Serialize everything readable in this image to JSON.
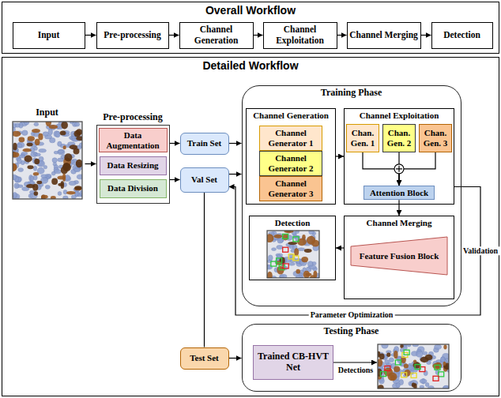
{
  "diagram": {
    "nodes": [
      {
        "text": [
          "Overall Workflow"
        ]
      },
      {
        "text": [
          "Input"
        ],
        "in": 0
      },
      {
        "text": [
          "Pre-processing"
        ],
        "in": 0
      },
      {
        "text": [
          "Channel Generation"
        ],
        "in": 0
      },
      {
        "text": [
          "Channel Exploitation"
        ],
        "in": 0
      },
      {
        "text": [
          "Channel Merging"
        ],
        "in": 0
      },
      {
        "text": [
          "Detection"
        ],
        "in": 0
      },
      {
        "text": [
          "Detailed Workflow"
        ]
      },
      {
        "text": [
          "Input"
        ],
        "in": 7
      },
      {
        "text": [
          "Pre-processing"
        ],
        "in": 7
      },
      {
        "text": [
          "Data Augmentation"
        ],
        "in": 9
      },
      {
        "text": [
          "Data Resizing"
        ],
        "in": 9
      },
      {
        "text": [
          "Data Division"
        ],
        "in": 9
      },
      {
        "text": [
          "Train Set"
        ],
        "in": 7
      },
      {
        "text": [
          "Val Set"
        ],
        "in": 7
      },
      {
        "text": [
          "Training Phase"
        ],
        "in": 7
      },
      {
        "text": [
          "Channel Generation"
        ],
        "in": 15
      },
      {
        "text": [
          "Channel Generator 1"
        ],
        "in": 16
      },
      {
        "text": [
          "Channel Generator 2"
        ],
        "in": 16
      },
      {
        "text": [
          "Channel Generator 3"
        ],
        "in": 16
      },
      {
        "text": [
          "Channel Exploitation"
        ],
        "in": 15
      },
      {
        "text": [
          "Chan. Gen. 1"
        ],
        "in": 20
      },
      {
        "text": [
          "Chan. Gen. 2"
        ],
        "in": 20
      },
      {
        "text": [
          "Chan. Gen. 3"
        ],
        "in": 20
      },
      {
        "text": [
          "Attention Block"
        ],
        "in": 20
      },
      {
        "text": [
          "Detection"
        ],
        "in": 15
      },
      {
        "text": [
          "Channel Merging"
        ],
        "in": 15
      },
      {
        "text": [
          "Feature Fusion Block"
        ],
        "in": 26
      },
      {
        "text": [
          "Test Set"
        ],
        "in": 7
      },
      {
        "text": [
          "Testing Phase"
        ],
        "in": 7
      },
      {
        "text": [
          "Trained CB-HVT Net"
        ],
        "in": 29
      }
    ],
    "edges": [
      {
        "from": 1,
        "to": 2,
        "arrow": "to"
      },
      {
        "from": 2,
        "to": 3,
        "arrow": "to"
      },
      {
        "from": 3,
        "to": 4,
        "arrow": "to"
      },
      {
        "from": 4,
        "to": 5,
        "arrow": "to"
      },
      {
        "from": 5,
        "to": 6,
        "arrow": "to"
      },
      {
        "from": 8,
        "to": 9,
        "arrow": "to"
      },
      {
        "from": 9,
        "to": 13,
        "arrow": "to"
      },
      {
        "from": 9,
        "to": 14,
        "arrow": "to"
      },
      {
        "from": 13,
        "to": 15,
        "arrow": "to"
      },
      {
        "from": 14,
        "to": 15,
        "arrow": "to"
      },
      {
        "from": 14,
        "to": 28,
        "arrow": "none"
      },
      {
        "from": 28,
        "to": 29,
        "arrow": "to"
      },
      {
        "from": 16,
        "to": 20,
        "arrow": "to"
      },
      {
        "from": 21,
        "to": 24,
        "arrow": "to"
      },
      {
        "from": 22,
        "to": 24,
        "arrow": "to"
      },
      {
        "from": 23,
        "to": 24,
        "arrow": "to"
      },
      {
        "from": 24,
        "to": 26,
        "arrow": "to"
      },
      {
        "from": 26,
        "to": 25,
        "arrow": "to"
      },
      {
        "from": 20,
        "to": 14,
        "label": "Validation",
        "arrow": "to"
      }
    ],
    "labels": [
      "Parameter Optimization",
      "Detections"
    ]
  }
}
